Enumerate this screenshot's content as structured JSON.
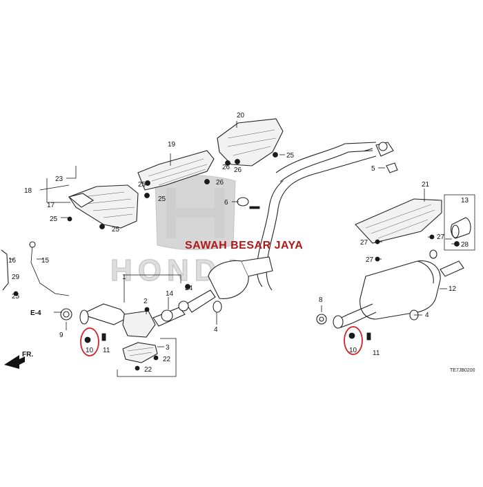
{
  "watermark": {
    "shop_name": "SAWAH BESAR JAYA",
    "brand_text": "HONDA"
  },
  "diagram": {
    "code": "TE7JB0200",
    "ref": "E-4",
    "front_arrow": "FR.",
    "callouts": {
      "p1": "1",
      "p2": "2",
      "p3": "3",
      "p4a": "4",
      "p4b": "4",
      "p5": "5",
      "p6": "6",
      "p8": "8",
      "p9": "9",
      "p10a": "10",
      "p10b": "10",
      "p11a": "11",
      "p11b": "11",
      "p12": "12",
      "p13": "13",
      "p14": "14",
      "p15": "15",
      "p16": "16",
      "p17": "17",
      "p18": "18",
      "p19": "19",
      "p20": "20",
      "p21": "21",
      "p22a": "22",
      "p22b": "22",
      "p23": "23",
      "p24": "24",
      "p25a": "25",
      "p25b": "25",
      "p25c": "25",
      "p25d": "25",
      "p25e": "25",
      "p25f": "25",
      "p26a": "26",
      "p26b": "26",
      "p26c": "26",
      "p27a": "27",
      "p27b": "27",
      "p27c": "27",
      "p28": "28",
      "p29": "29"
    }
  }
}
